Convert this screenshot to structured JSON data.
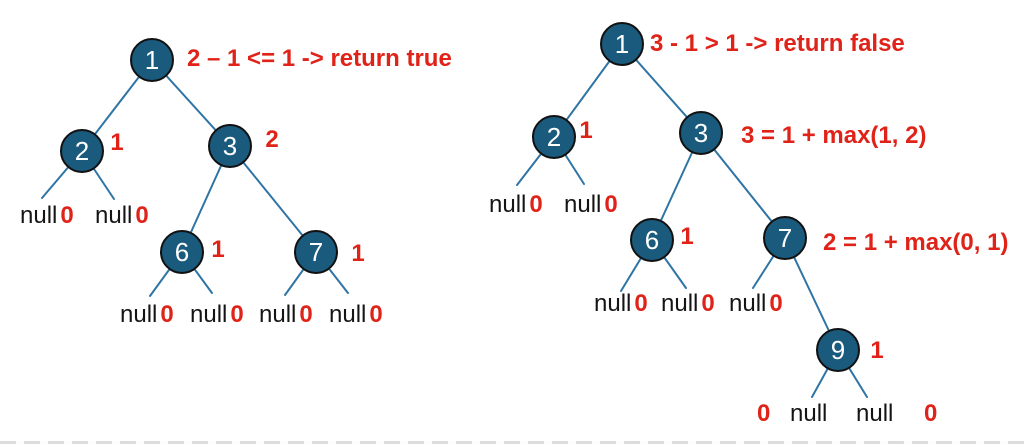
{
  "colors": {
    "node_fill": "#1A5A7C",
    "node_stroke": "#111111",
    "edge": "#2E74A4",
    "annotation_red": "#E02318",
    "null_text": "#141414"
  },
  "shared": {
    "null": "null",
    "zero": "0"
  },
  "left_tree": {
    "annotation": "2 – 1 <= 1 -> return true",
    "nodes": {
      "n1": "1",
      "n2": "2",
      "n3": "3",
      "n6": "6",
      "n7": "7"
    },
    "heights": {
      "n2": "1",
      "n3": "2",
      "n6": "1",
      "n7": "1"
    }
  },
  "right_tree": {
    "root_annotation": "3 - 1 > 1 -> return false",
    "node3_annotation": "3 = 1 + max(1, 2)",
    "node7_annotation": "2 = 1 + max(0, 1)",
    "nodes": {
      "n1": "1",
      "n2": "2",
      "n3": "3",
      "n6": "6",
      "n7": "7",
      "n9": "9"
    },
    "heights": {
      "n2": "1",
      "n6": "1",
      "n9": "1"
    }
  }
}
